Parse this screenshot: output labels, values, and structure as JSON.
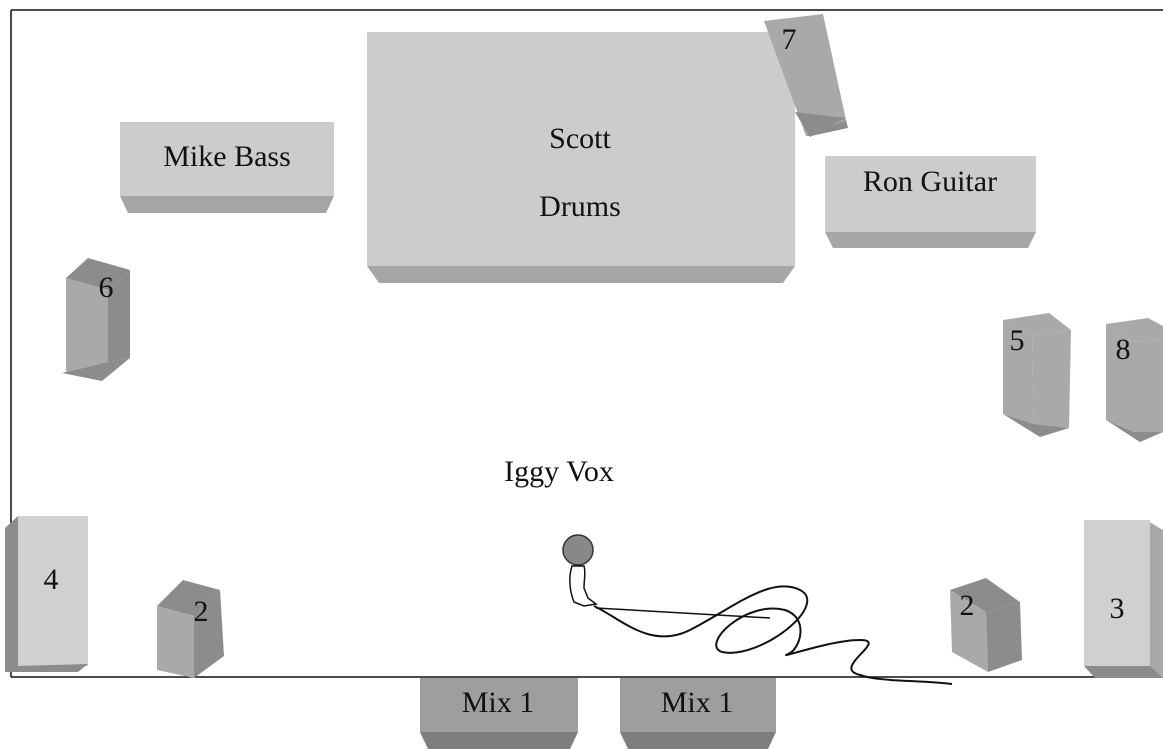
{
  "stage_plot": {
    "platforms": {
      "bass": "Mike Bass",
      "drums_line1": "Scott",
      "drums_line2": "Drums",
      "guitar": "Ron Guitar"
    },
    "vocalist": "Iggy Vox",
    "monitors": {
      "m7": "7",
      "m6": "6",
      "m5": "5",
      "m8": "8",
      "m4": "4",
      "m2_left": "2",
      "m2_right": "2",
      "m3": "3"
    },
    "mix_boxes": [
      "Mix 1",
      "Mix 1"
    ]
  },
  "colors": {
    "platform_face": "#cccccc",
    "platform_edge": "#a6a6a6",
    "monitor_face": "#a9a9a9",
    "monitor_side": "#8c8c8c",
    "monitor_light": "#d0d0d0",
    "mix_face": "#9e9e9e",
    "mic": "#888888",
    "line": "#111111"
  }
}
